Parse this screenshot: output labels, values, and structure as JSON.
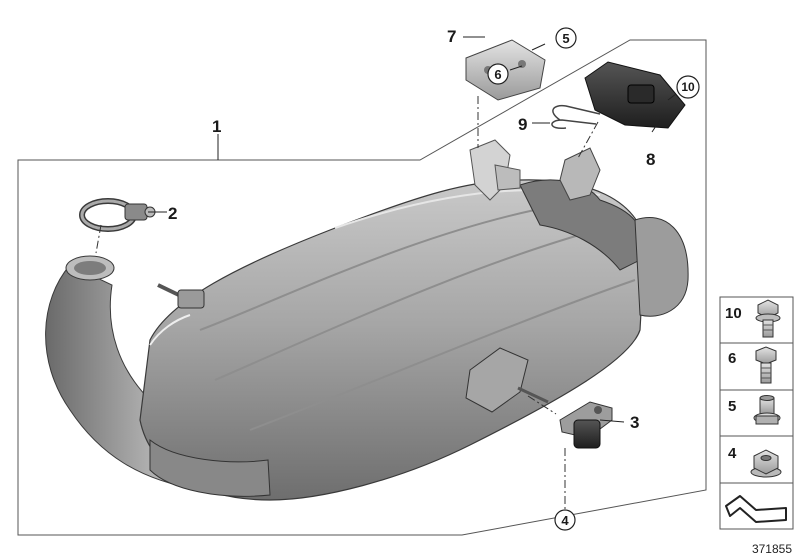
{
  "diagram": {
    "callouts": [
      {
        "id": "c1",
        "label": "1",
        "circled": false
      },
      {
        "id": "c2",
        "label": "2",
        "circled": false
      },
      {
        "id": "c3",
        "label": "3",
        "circled": false
      },
      {
        "id": "c4",
        "label": "4",
        "circled": true
      },
      {
        "id": "c5",
        "label": "5",
        "circled": true
      },
      {
        "id": "c6",
        "label": "6",
        "circled": true
      },
      {
        "id": "c7",
        "label": "7",
        "circled": false
      },
      {
        "id": "c8",
        "label": "8",
        "circled": false
      },
      {
        "id": "c9",
        "label": "9",
        "circled": false
      },
      {
        "id": "c10",
        "label": "10",
        "circled": true
      }
    ],
    "side_panel": [
      {
        "label": "10",
        "icon": "hex-flange-bolt-icon"
      },
      {
        "label": "6",
        "icon": "hex-bolt-icon"
      },
      {
        "label": "5",
        "icon": "threaded-bushing-icon"
      },
      {
        "label": "4",
        "icon": "hex-flange-nut-icon"
      },
      {
        "label": "",
        "icon": "bracket-profile-icon"
      }
    ],
    "reference_number": "371855"
  }
}
